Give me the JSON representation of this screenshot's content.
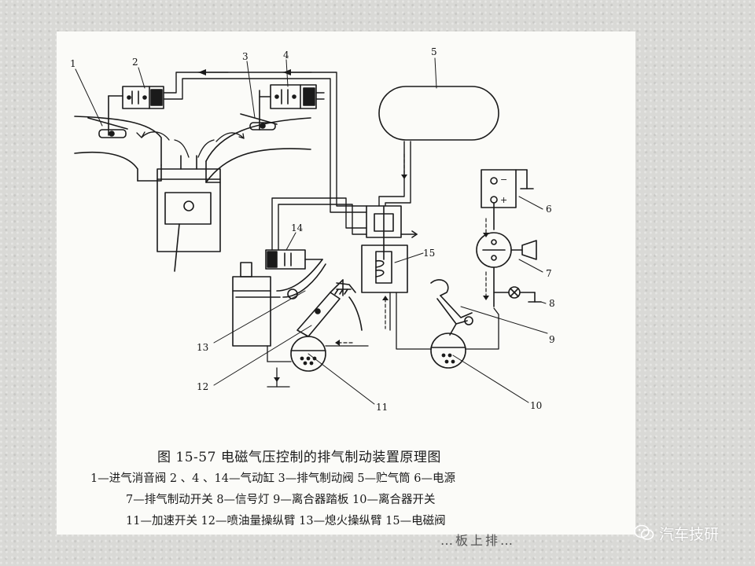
{
  "figure": {
    "title": "图 15-57   电磁气压控制的排气制动装置原理图",
    "labels": [
      "1",
      "2",
      "3",
      "4",
      "5",
      "6",
      "7",
      "8",
      "9",
      "10",
      "11",
      "12",
      "13",
      "14",
      "15"
    ],
    "legend": [
      "1—进气消音阀   2 、4 、14—气动缸   3—排气制动阀   5—贮气筒   6—电源",
      "7—排气制动开关   8—信号灯   9—离合器踏板   10—离合器开关",
      "11—加速开关   12—喷油量操纵臂   13—熄火操纵臂   15—电磁阀"
    ],
    "power_symbols": [
      "−",
      "+"
    ]
  },
  "watermark": {
    "text": "汽车技研",
    "icon": "wechat-icon"
  },
  "clipped_text": "…板上排…"
}
